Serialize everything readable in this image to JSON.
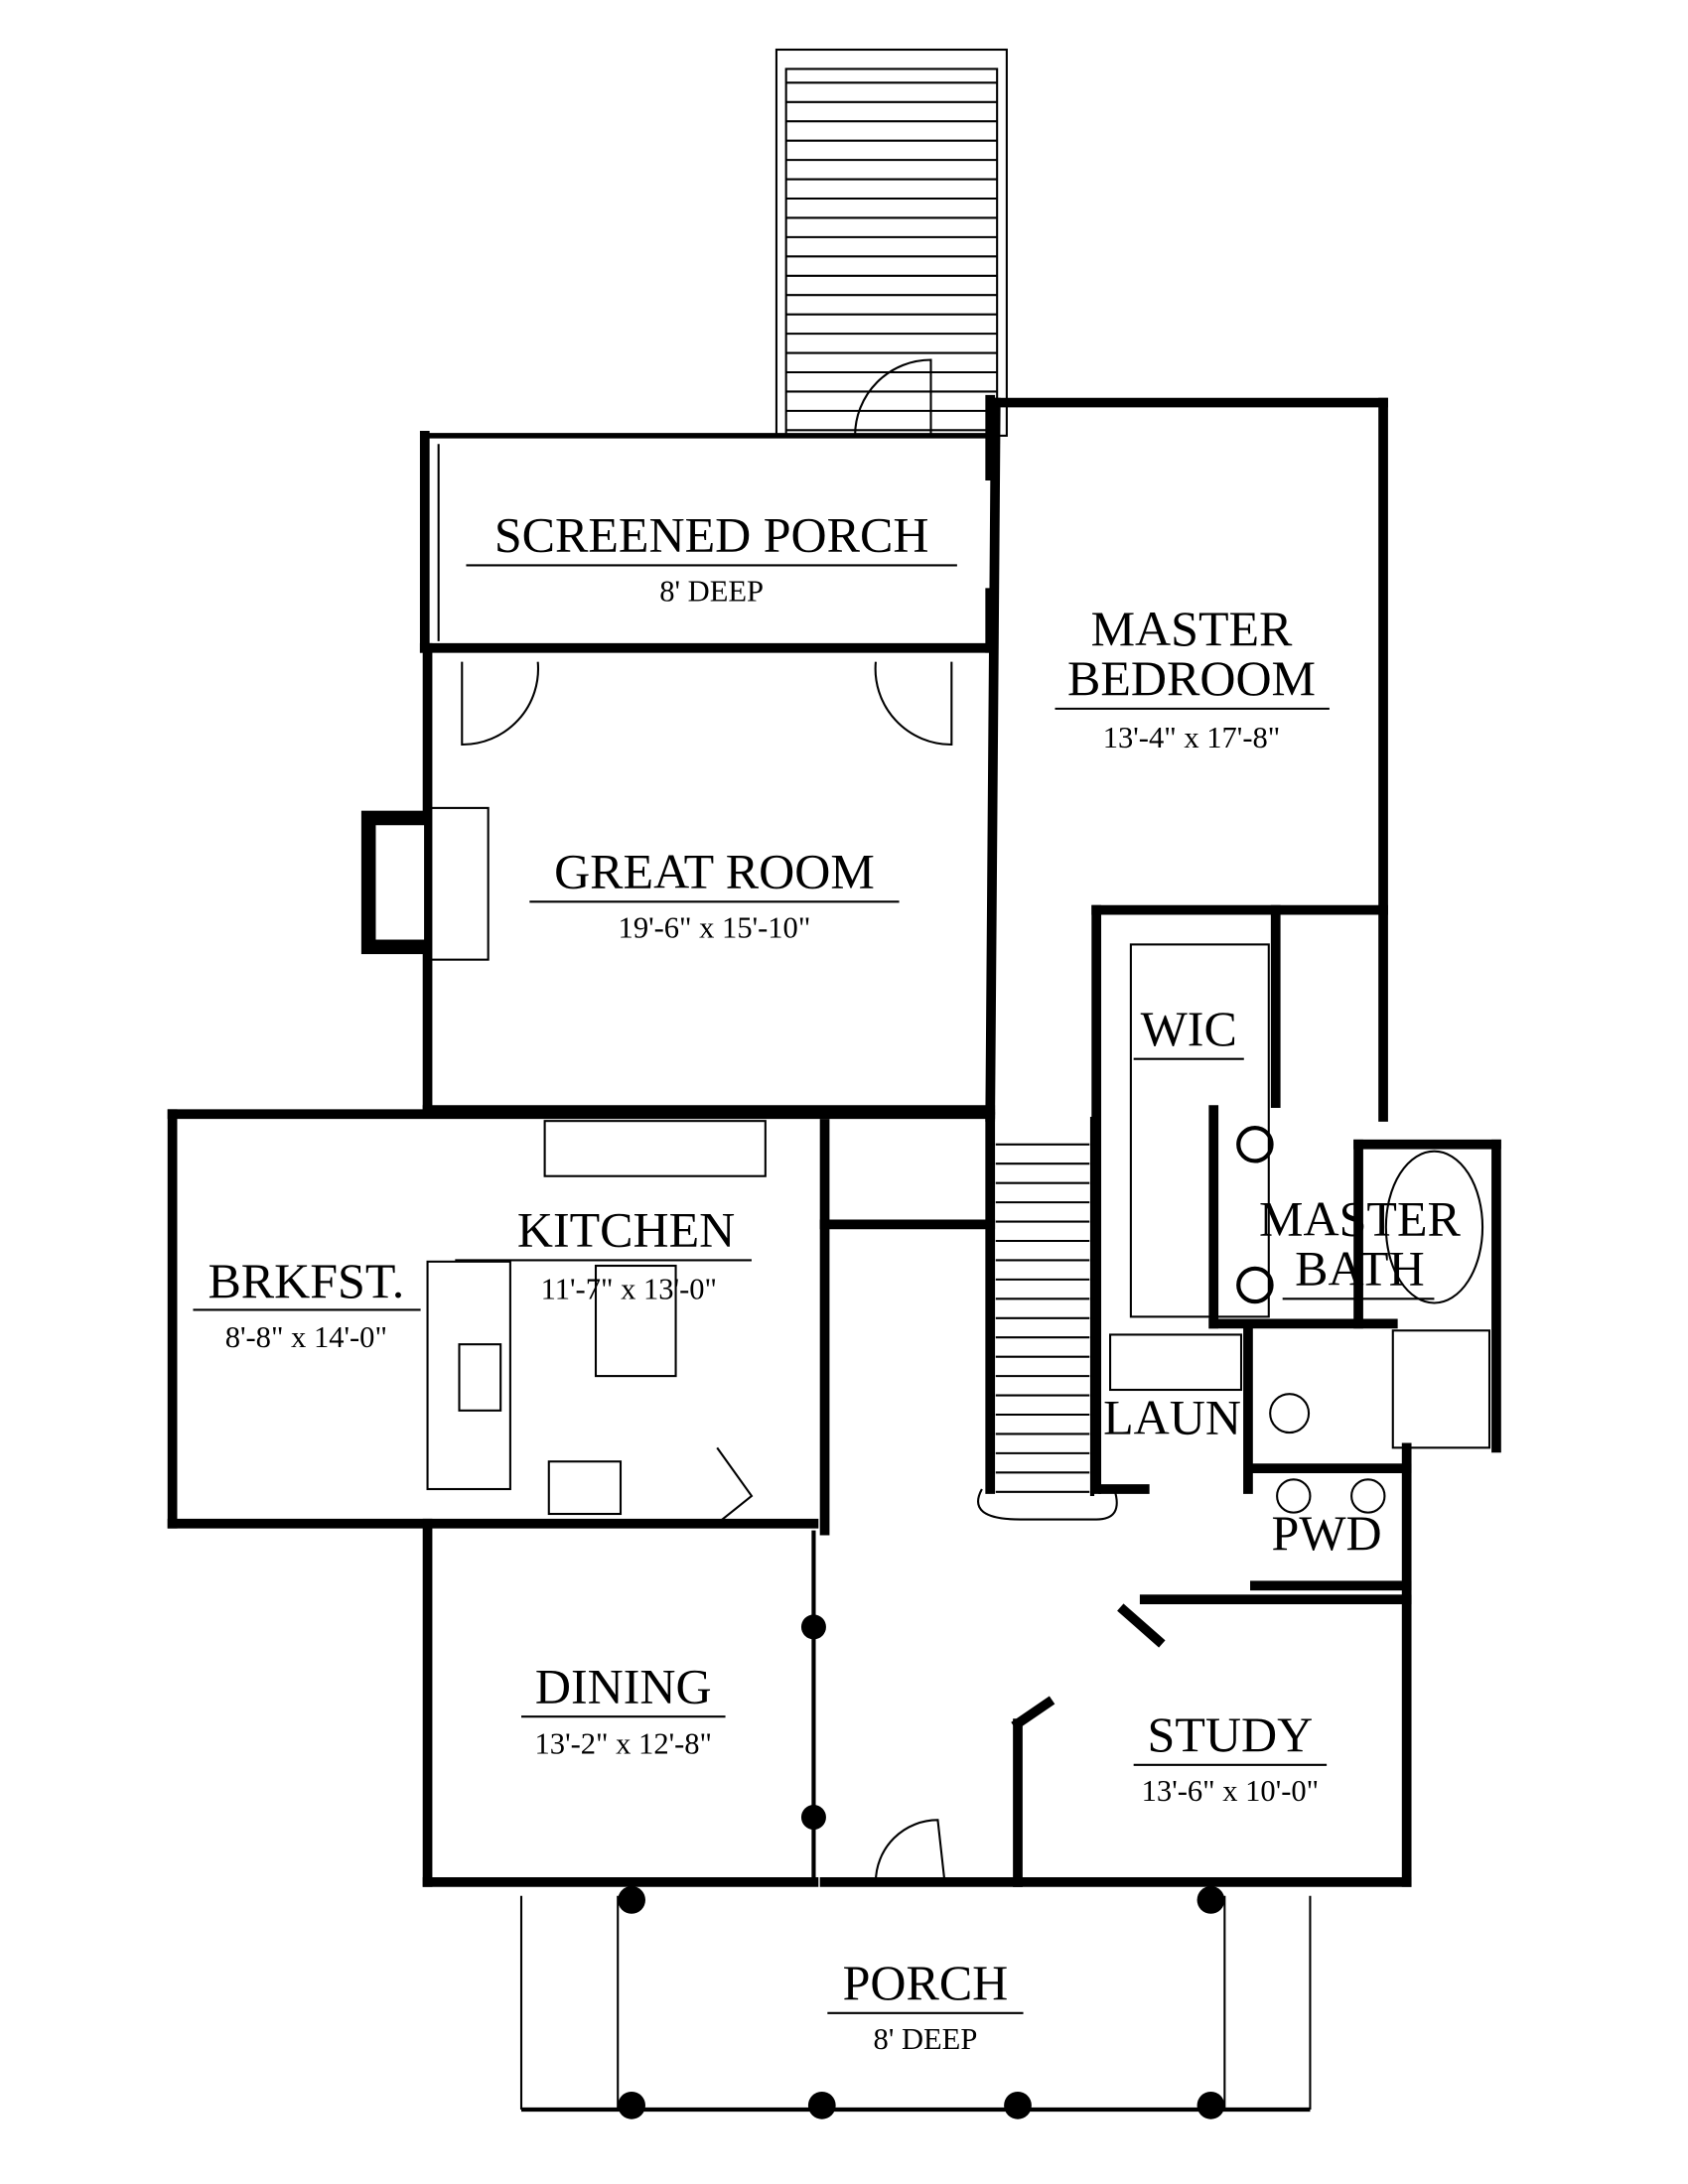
{
  "rooms": {
    "screened_porch": {
      "name": "SCREENED PORCH",
      "size": "8' DEEP"
    },
    "master_bedroom": {
      "name_line1": "MASTER",
      "name_line2": "BEDROOM",
      "size": "13'-4\" x 17'-8\""
    },
    "great_room": {
      "name": "GREAT ROOM",
      "size": "19'-6\" x 15'-10\""
    },
    "wic": {
      "name": "WIC"
    },
    "kitchen": {
      "name": "KITCHEN",
      "size": "11'-7\" x 13'-0\""
    },
    "brkfst": {
      "name": "BRKFST.",
      "size": "8'-8\" x 14'-0\""
    },
    "master_bath": {
      "name_line1": "MASTER",
      "name_line2": "BATH"
    },
    "laun": {
      "name": "LAUN"
    },
    "pwd": {
      "name": "PWD"
    },
    "dining": {
      "name": "DINING",
      "size": "13'-2\" x 12'-8\""
    },
    "study": {
      "name": "STUDY",
      "size": "13'-6\" x 10'-0\""
    },
    "porch": {
      "name": "PORCH",
      "size": "8' DEEP"
    }
  },
  "colors": {
    "ink": "#000000",
    "background": "#ffffff"
  }
}
